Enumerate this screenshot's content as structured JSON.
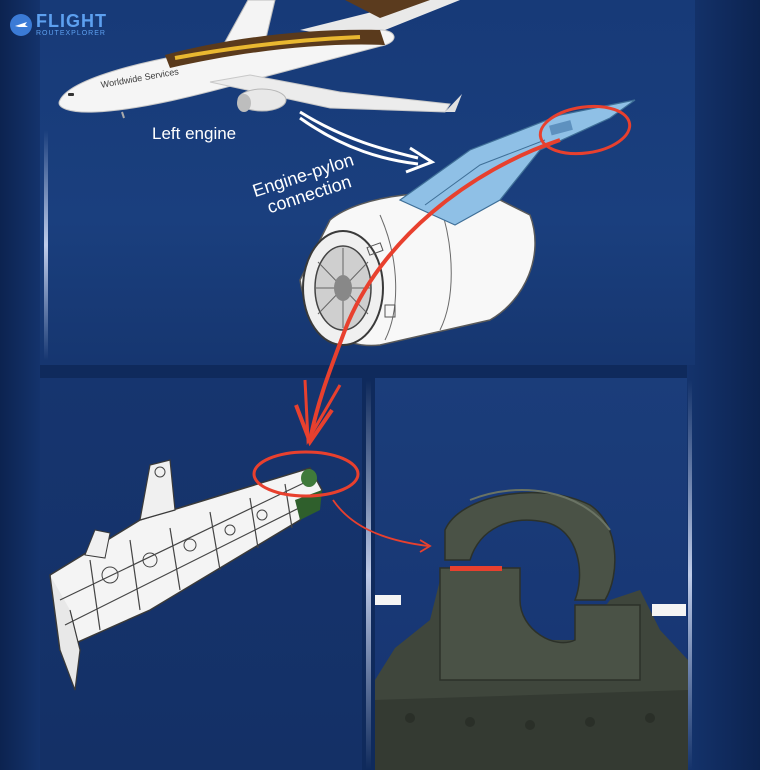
{
  "brand": {
    "name": "FLIGHT",
    "subtitle": "ROUTEXPLORER",
    "icon": "globe-plane-icon",
    "color": "#5da0f0"
  },
  "labels": {
    "left_engine": "Left engine",
    "pylon_line1": "Engine-pylon",
    "pylon_line2": "connection",
    "aircraft_livery": "Worldwide Services"
  },
  "colors": {
    "background": "#0f2a5c",
    "panel": "#1a3f7e",
    "highlight": "#e8402e",
    "pylon": "#8fc0e6",
    "part": "#4a5246"
  }
}
